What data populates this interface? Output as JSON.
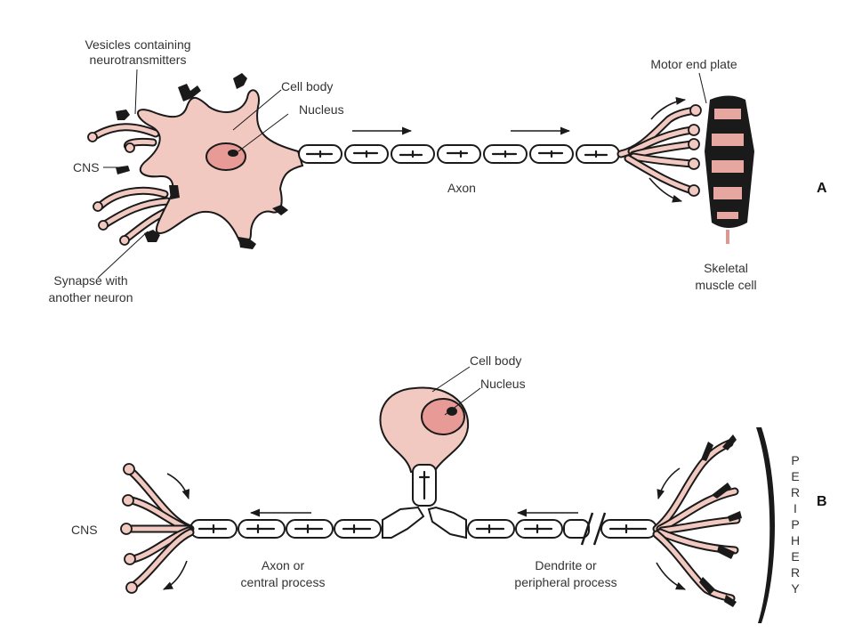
{
  "panel_a": {
    "label": "A",
    "vesicles": "Vesicles containing",
    "vesicles_2": "neurotransmitters",
    "cell_body": "Cell body",
    "nucleus": "Nucleus",
    "cns": "CNS",
    "synapse": "Synapse with",
    "synapse_2": "another neuron",
    "axon": "Axon",
    "motor_end_plate": "Motor end plate",
    "skeletal": "Skeletal",
    "skeletal_2": "muscle cell"
  },
  "panel_b": {
    "label": "B",
    "cell_body": "Cell body",
    "nucleus": "Nucleus",
    "cns": "CNS",
    "axon": "Axon or",
    "axon_2": "central process",
    "dendrite": "Dendrite or",
    "dendrite_2": "peripheral process",
    "periphery": [
      "P",
      "E",
      "R",
      "I",
      "P",
      "H",
      "E",
      "R",
      "Y"
    ]
  },
  "colors": {
    "cell_fill": "#f2c9c1",
    "nucleus_fill": "#e89a96",
    "muscle_band": "#e5a7a0",
    "outline": "#1a1a1a"
  }
}
